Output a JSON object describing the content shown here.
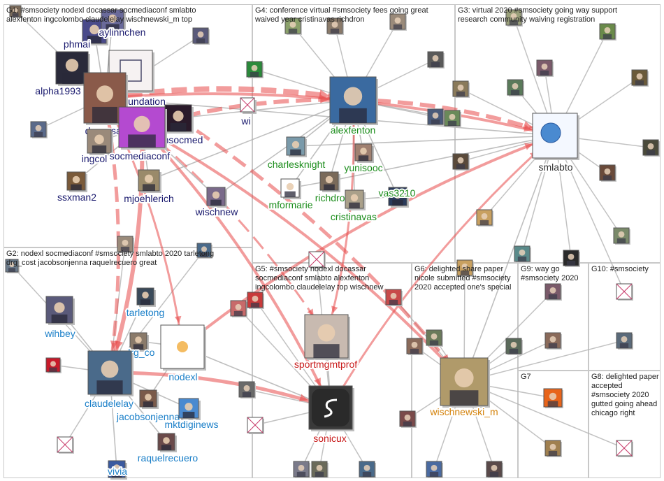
{
  "groups": [
    {
      "id": "g1",
      "label": "G1: #smsociety nodexl docassar socmediaconf smlabto alexfenton ingcolombo claudelelay wischnewski_m top"
    },
    {
      "id": "g2",
      "label": "G2: nodexl socmediaconf #smsociety smlabto 2020 tarletong drg_cost jacobsonjenna raquelrecuero great"
    },
    {
      "id": "g3",
      "label": "G3: virtual 2020 #smsociety going way support research community waiving registration"
    },
    {
      "id": "g4",
      "label": "G4: conference virtual #smsociety fees going great waived year cristinavas richdron"
    },
    {
      "id": "g5",
      "label": "G5: #smsociety nodexl docassar socmediaconf smlabto alexfenton ingcolombo claudelelay top wischnew"
    },
    {
      "id": "g6",
      "label": "G6: delighted share paper nicole submitted #smsociety 2020 accepted one's special"
    },
    {
      "id": "g7",
      "label": "G7"
    },
    {
      "id": "g8",
      "label": "G8: delighted paper accepted #smsociety 2020 gutted going ahead chicago right"
    },
    {
      "id": "g9",
      "label": "G9: way go #smsociety 2020"
    },
    {
      "id": "g10",
      "label": "G10: #smsociety"
    }
  ],
  "nodes": [
    {
      "id": "phmai",
      "label": "phmai",
      "color": "#1a1a6e"
    },
    {
      "id": "aylinnchen",
      "label": "aylinnchen",
      "color": "#1a1a6e"
    },
    {
      "id": "alpha1993",
      "label": "alpha1993",
      "color": "#1a1a6e"
    },
    {
      "id": "foundation",
      "label": "undation",
      "color": "#1a1a6e"
    },
    {
      "id": "docassar",
      "label": "docassar",
      "color": "#1a1a6e"
    },
    {
      "id": "msocmed",
      "label": "nsocmed",
      "color": "#1a1a6e"
    },
    {
      "id": "ingcolombo",
      "label": "ingcol",
      "color": "#1a1a6e"
    },
    {
      "id": "socmediaconf",
      "label": "socmediaconf",
      "color": "#1a1a6e"
    },
    {
      "id": "ssxman2",
      "label": "ssxman2",
      "color": "#1a1a6e"
    },
    {
      "id": "mjoehlerich",
      "label": "mjoehlerich",
      "color": "#1a1a6e"
    },
    {
      "id": "wischnew",
      "label": "wischnew",
      "color": "#1a1a6e"
    },
    {
      "id": "wi",
      "label": "wi",
      "color": "#1a1a6e"
    },
    {
      "id": "alexfenton",
      "label": "alexfenton",
      "color": "#1a8c1a"
    },
    {
      "id": "charlesknight",
      "label": "charlesknight",
      "color": "#1a8c1a"
    },
    {
      "id": "yunisooc",
      "label": "yunisooc",
      "color": "#1a8c1a"
    },
    {
      "id": "mformarie",
      "label": "mformarie",
      "color": "#1a8c1a"
    },
    {
      "id": "richdron",
      "label": "richdron",
      "color": "#1a8c1a"
    },
    {
      "id": "cristinavas",
      "label": "cristinavas",
      "color": "#1a8c1a"
    },
    {
      "id": "vas3210",
      "label": "vas3210",
      "color": "#1a8c1a"
    },
    {
      "id": "smlabto",
      "label": "smlabto",
      "color": "#333333"
    },
    {
      "id": "wihbey",
      "label": "wihbey",
      "color": "#1a7fc8"
    },
    {
      "id": "tarletong",
      "label": "tarletong",
      "color": "#1a7fc8"
    },
    {
      "id": "drg_cost",
      "label": "drg_co",
      "color": "#1a7fc8"
    },
    {
      "id": "nodexl",
      "label": "nodexl",
      "color": "#1a7fc8"
    },
    {
      "id": "claudelelay",
      "label": "claudelelay",
      "color": "#1a7fc8"
    },
    {
      "id": "jacobsonjenna",
      "label": "jacobsonjenna",
      "color": "#1a7fc8"
    },
    {
      "id": "mktdiginews",
      "label": "mktdiginews",
      "color": "#1a7fc8"
    },
    {
      "id": "raquelrecuero",
      "label": "raquelrecuero",
      "color": "#1a7fc8"
    },
    {
      "id": "vivia",
      "label": "vivia",
      "color": "#1a7fc8"
    },
    {
      "id": "sportmgmtprof",
      "label": "sportmgmtprof",
      "color": "#c81a1a"
    },
    {
      "id": "sonicux",
      "label": "sonicux",
      "color": "#c81a1a"
    },
    {
      "id": "wischnewski_m",
      "label": "wischnewski_m",
      "color": "#d4820a"
    }
  ],
  "colors": {
    "edge_gray": "#b4b4b4",
    "edge_red": "#e84a4a",
    "node_frame": "#555555"
  }
}
